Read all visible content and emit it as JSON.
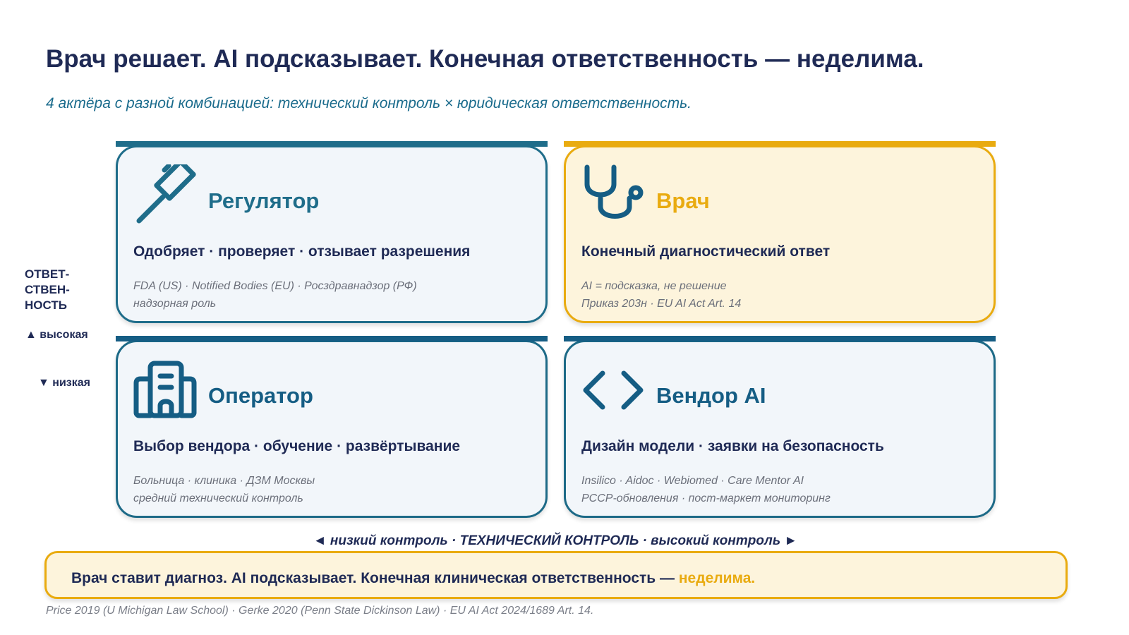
{
  "title": "Врач решает. AI подсказывает. Конечная ответственность — неделима.",
  "subtitle": "4 актёра с разной комбинацией: технический контроль × юридическая ответственность.",
  "axis": {
    "y_title": "ОТВЕТ-\nСТВЕН-\nНОСТЬ",
    "y_high": "▲ высокая",
    "y_low": "▼ низкая",
    "x_label": "◄ низкий контроль · ТЕХНИЧЕСКИЙ КОНТРОЛЬ · высокий контроль ►"
  },
  "cards": {
    "regulator": {
      "icon": "gavel-icon",
      "name": "Регулятор",
      "role": "Одобряет · проверяет · отзывает разрешения",
      "note1": "FDA (US) · Notified Bodies (EU) · Росздравнадзор (РФ)",
      "note2": "надзорная роль"
    },
    "doctor": {
      "icon": "stethoscope-icon",
      "name": "Врач",
      "role": "Конечный диагностический ответ",
      "note1": "AI = подсказка, не решение",
      "note2": "Приказ 203н · EU AI Act Art. 14"
    },
    "operator": {
      "icon": "hospital-building-icon",
      "name": "Оператор",
      "role": "Выбор вендора · обучение · развёртывание",
      "note1": "Больница · клиника · ДЗМ Москвы",
      "note2": "средний технический контроль"
    },
    "vendor": {
      "icon": "code-brackets-icon",
      "name": "Вендор AI",
      "role": "Дизайн модели · заявки на безопасность",
      "note1": "Insilico · Aidoc · Webiomed · Care Mentor AI",
      "note2": "PCCP-обновления · пост-маркет мониторинг"
    }
  },
  "banner": {
    "text": "Врач ставит диагноз. AI подсказывает. Конечная клиническая ответственность — ",
    "highlight": "неделима."
  },
  "source": "Price 2019 (U Michigan Law School) · Gerke 2020 (Penn State Dickinson Law) · EU AI Act 2024/1689 Art. 14.",
  "colors": {
    "navy": "#1f2a55",
    "teal": "#1f6d8a",
    "blue": "#155d84",
    "amber": "#e9ab10",
    "card_bg": "#f2f6fa",
    "amber_bg": "#fdf4dc"
  }
}
